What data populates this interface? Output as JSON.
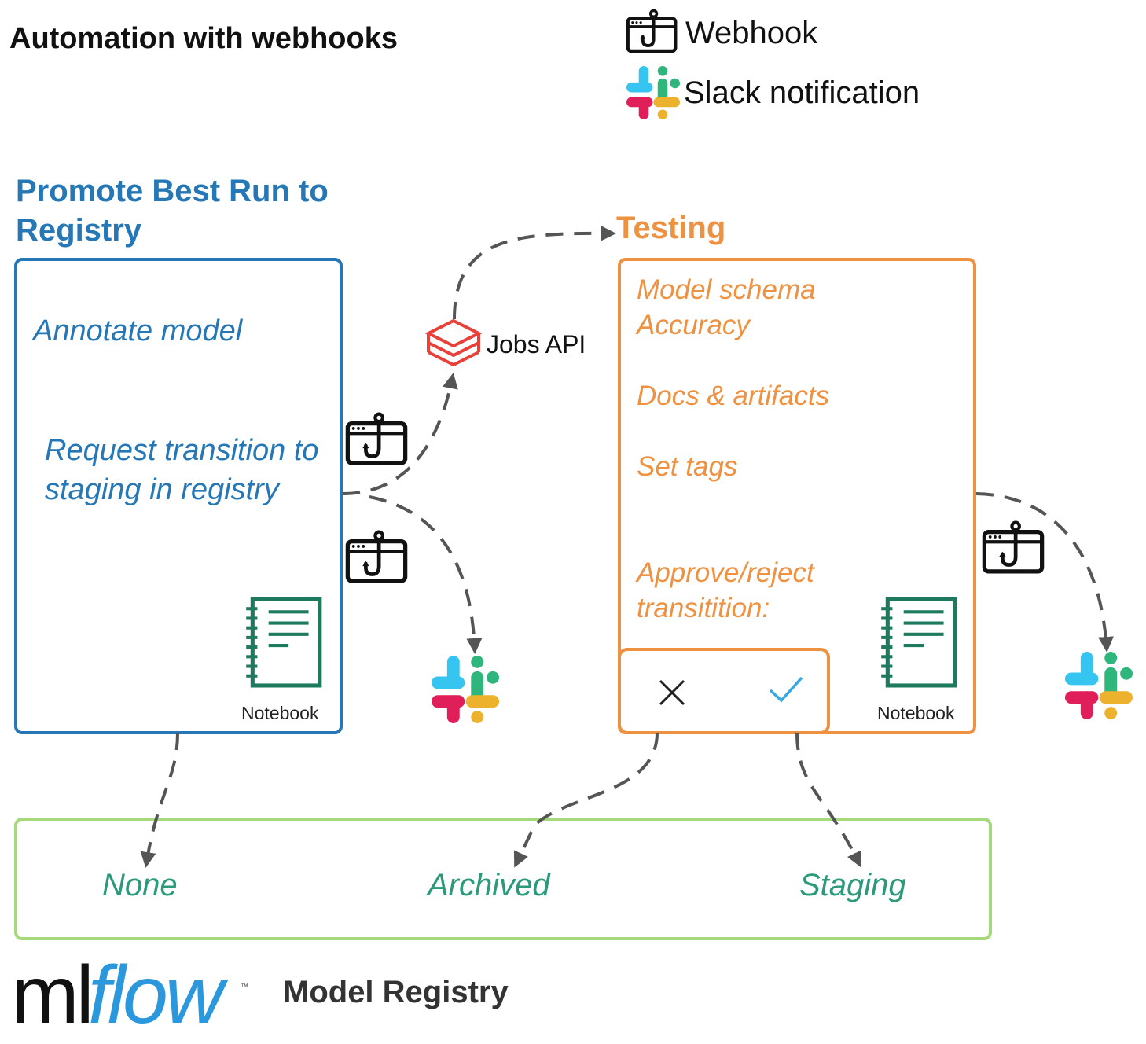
{
  "title": "Automation with webhooks",
  "legend": {
    "webhook_label": "Webhook",
    "slack_label": "Slack notification"
  },
  "promote": {
    "title": "Promote Best Run to Registry",
    "step_annotate": "Annotate model",
    "step_request": "Request transition to staging in registry",
    "notebook_label": "Notebook"
  },
  "jobs_api_label": "Jobs API",
  "testing": {
    "title": "Testing",
    "checks": [
      "Model schema",
      "Accuracy",
      "Docs & artifacts",
      "Set tags"
    ],
    "approve_label_line1": "Approve/reject",
    "approve_label_line2": "transitition:",
    "notebook_label": "Notebook",
    "reject_icon": "x-icon",
    "approve_icon": "check-icon"
  },
  "states": [
    "None",
    "Archived",
    "Staging"
  ],
  "footer": {
    "logo_ml": "ml",
    "logo_flow": "flow",
    "logo_tm": "™",
    "label": "Model Registry"
  },
  "colors": {
    "promote": "#2577b5",
    "testing": "#ee9241",
    "registry": "#a6d97c",
    "state_text": "#2a9a7a",
    "notebook": "#1e7a5e",
    "arrow": "#555555",
    "jobs_icon": "#e8413a",
    "slack_blue": "#36c5f0",
    "slack_green": "#2eb67d",
    "slack_yellow": "#ecb22e",
    "slack_red": "#e01e5a",
    "mlflow_blue": "#2b97dc"
  }
}
